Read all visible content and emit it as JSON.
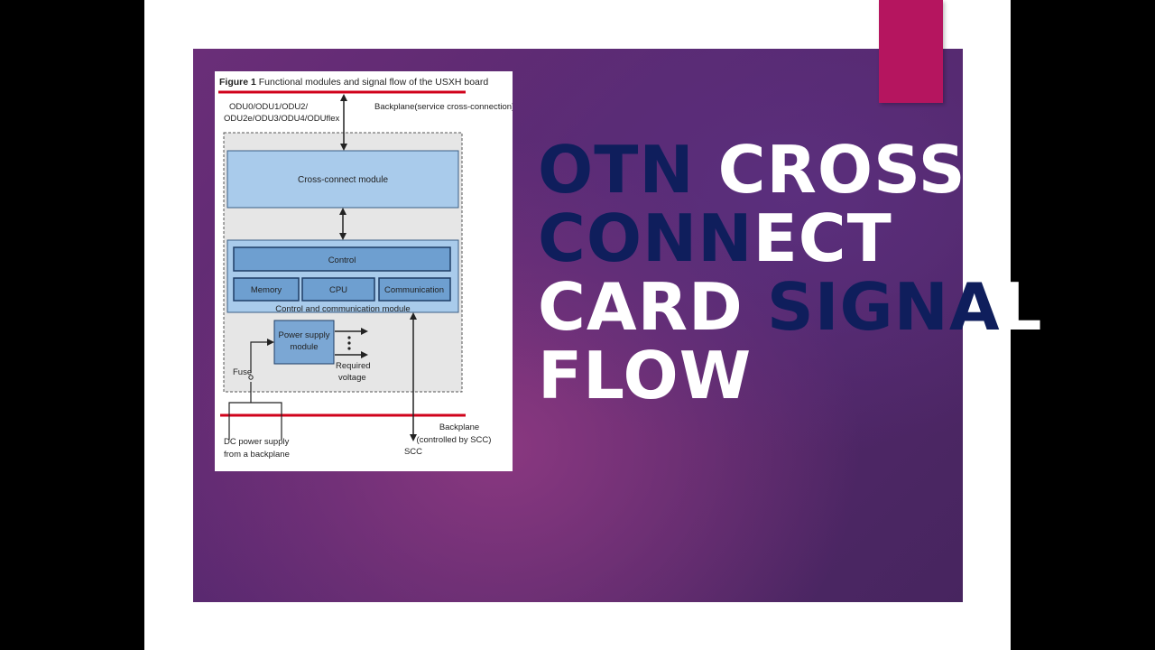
{
  "slide": {
    "title_lines": [
      [
        {
          "text": "OTN",
          "style": "dark"
        },
        {
          "text": " CROSS",
          "style": "light"
        }
      ],
      [
        {
          "text": "CONN",
          "style": "dark"
        },
        {
          "text": "ECT",
          "style": "light"
        }
      ],
      [
        {
          "text": "CARD ",
          "style": "light"
        },
        {
          "text": "SIGNA",
          "style": "dark"
        },
        {
          "text": "L",
          "style": "light"
        }
      ],
      [
        {
          "text": "FLOW",
          "style": "light"
        }
      ]
    ],
    "colors": {
      "dark_text": "#0f1e5c",
      "light_text": "#ffffff",
      "accent_tab": "#b5155f",
      "background": "#5a2a72"
    }
  },
  "figure": {
    "caption_bold": "Figure 1",
    "caption_rest": " Functional modules and signal flow of the USXH board",
    "odu_line1": "ODU0/ODU1/ODU2/",
    "odu_line2": "ODU2e/ODU3/ODU4/ODUflex",
    "backplane_top": "Backplane(service cross-connection)",
    "cross_connect": "Cross-connect module",
    "control": "Control",
    "memory": "Memory",
    "cpu": "CPU",
    "communication": "Communication",
    "ctrl_comm_module": "Control and communication module",
    "power_line1": "Power supply",
    "power_line2": "module",
    "required_line1": "Required",
    "required_line2": "voltage",
    "fuse": "Fuse",
    "dc_line1": "DC power supply",
    "dc_line2": "from a backplane",
    "scc": "SCC",
    "backplane_bottom_line1": "Backplane",
    "backplane_bottom_line2": "(controlled by SCC)"
  }
}
